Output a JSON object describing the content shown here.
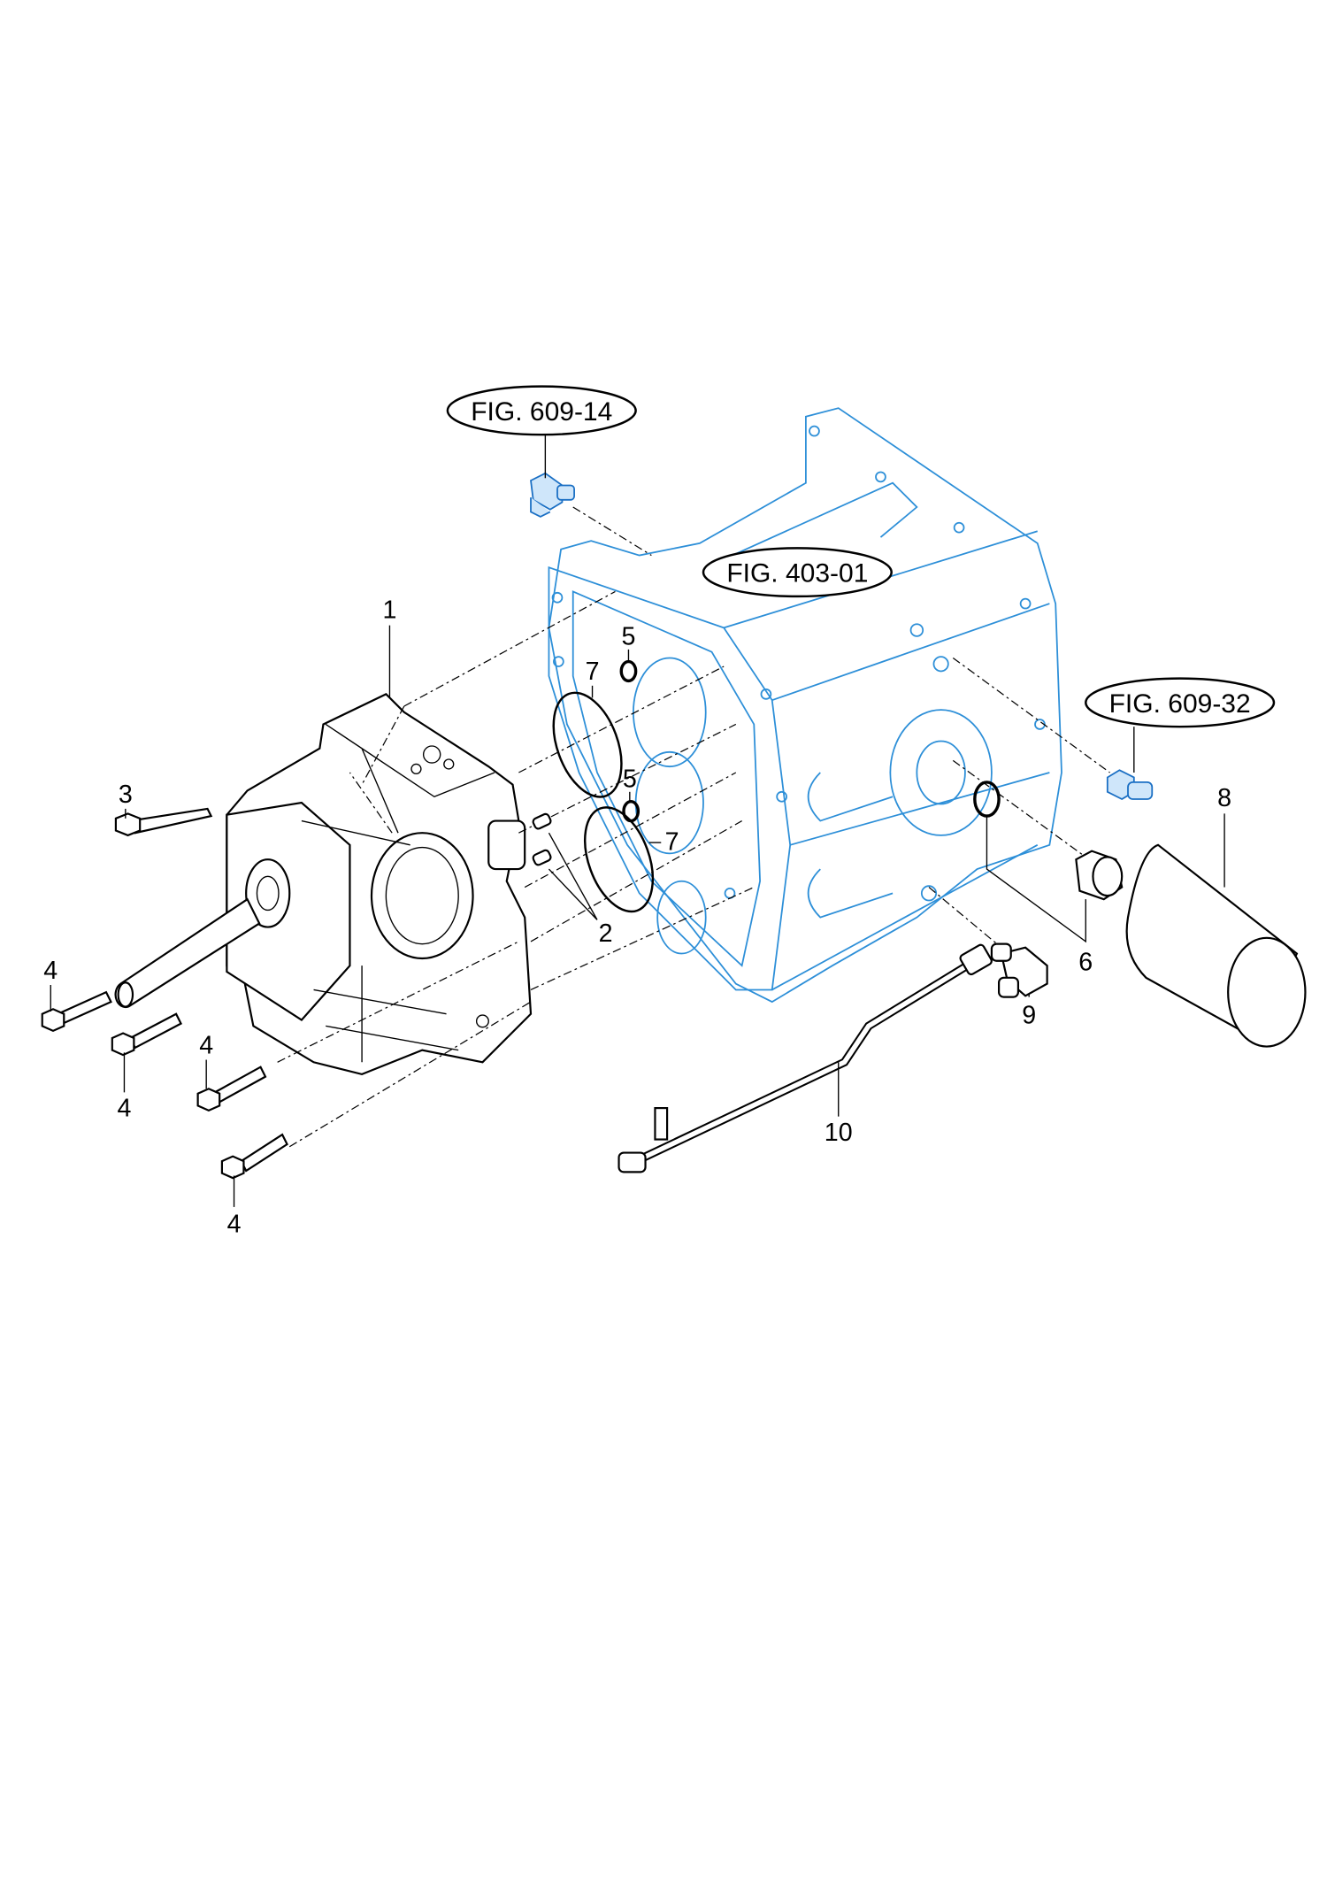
{
  "figure_refs": {
    "top_fitting": "FIG. 609-14",
    "housing": "FIG. 403-01",
    "right_fitting": "FIG. 609-32"
  },
  "callouts": {
    "pump": "1",
    "dowel_pins": "2",
    "bolt_long": "3",
    "bolt_a": "4",
    "bolt_b": "4",
    "bolt_c": "4",
    "bolt_d": "4",
    "oring_small_top": "5",
    "oring_small_mid": "5",
    "oring_large_top": "7",
    "oring_large_bottom": "7",
    "adapter": "6",
    "filter": "8",
    "elbow": "9",
    "tube": "10"
  },
  "colors": {
    "reference_parts": "#2d8fd8",
    "line": "#000000"
  }
}
